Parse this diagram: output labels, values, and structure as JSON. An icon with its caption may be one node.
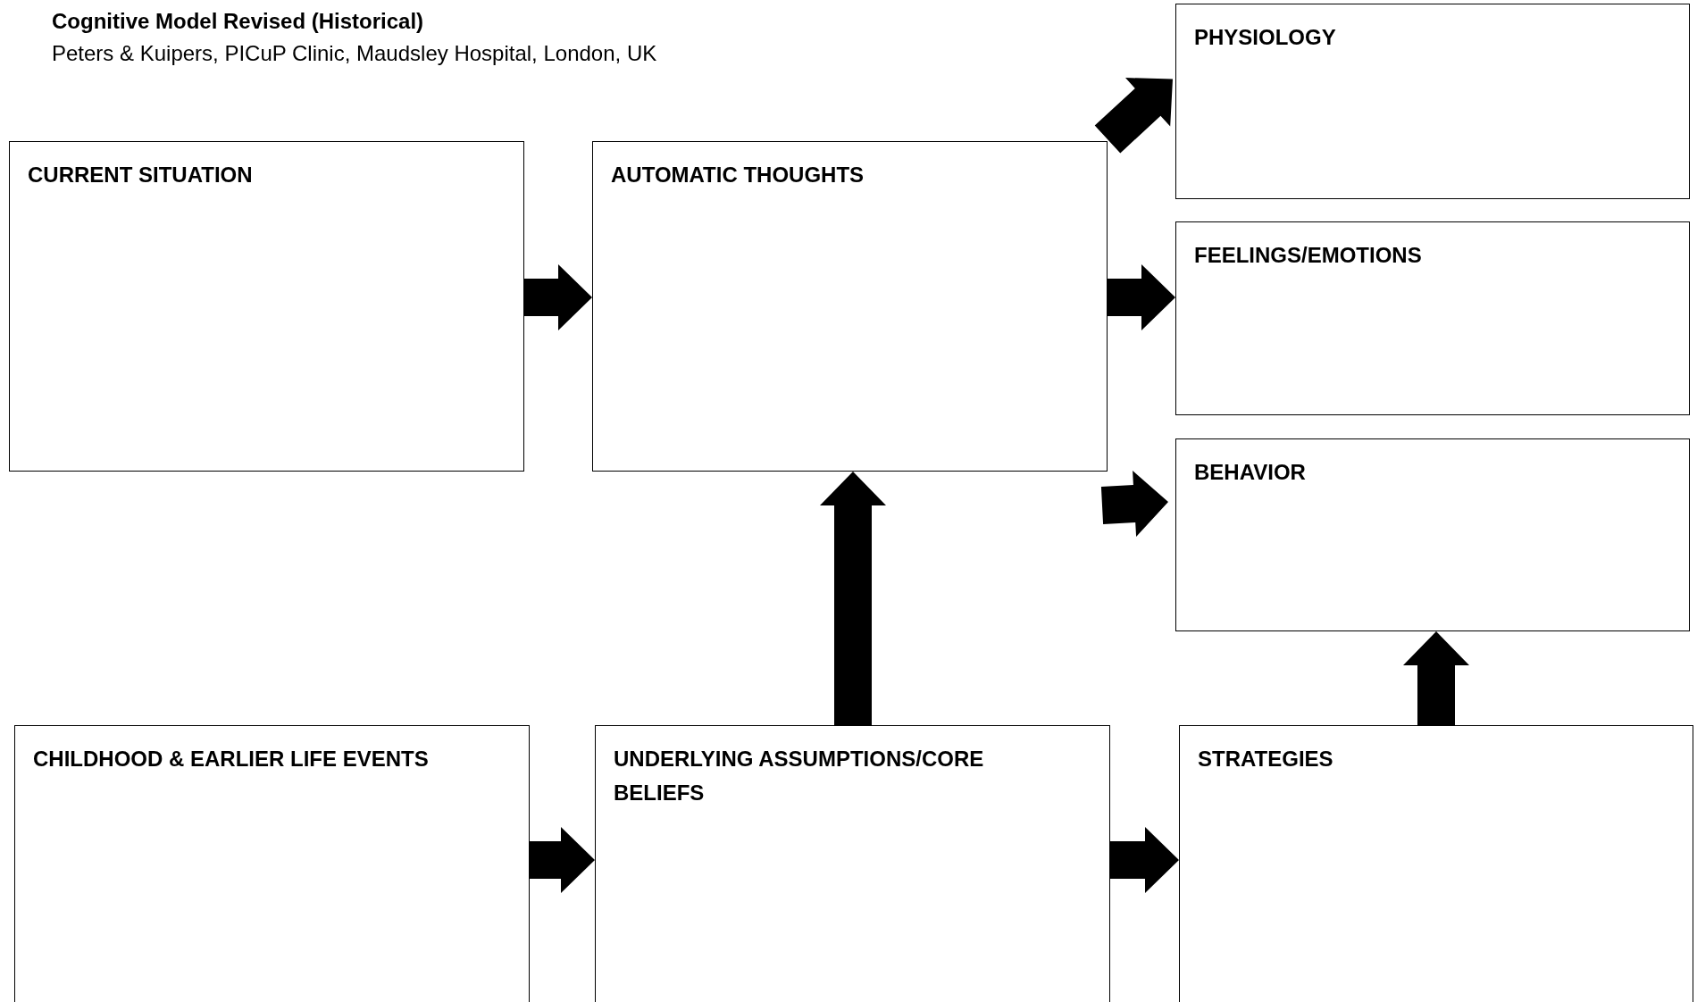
{
  "diagram": {
    "title": "Cognitive Model Revised (Historical)",
    "nodes": [
      {
        "text": [
          "CURRENT SITUATION"
        ]
      },
      {
        "text": [
          "AUTOMATIC THOUGHTS"
        ]
      },
      {
        "text": [
          "PHYSIOLOGY"
        ]
      },
      {
        "text": [
          "FEELINGS/EMOTIONS"
        ]
      },
      {
        "text": [
          "BEHAVIOR"
        ]
      },
      {
        "text": [
          "CHILDHOOD & EARLIER LIFE EVENTS"
        ]
      },
      {
        "text": [
          "UNDERLYING ASSUMPTIONS/CORE BELIEFS"
        ]
      },
      {
        "text": [
          "STRATEGIES"
        ]
      }
    ],
    "edges": [
      {
        "from": 0,
        "to": 1,
        "arrow": "to"
      },
      {
        "from": 1,
        "to": 2,
        "arrow": "to"
      },
      {
        "from": 1,
        "to": 3,
        "arrow": "to"
      },
      {
        "from": 1,
        "to": 4,
        "arrow": "to"
      },
      {
        "from": 5,
        "to": 6,
        "arrow": "to"
      },
      {
        "from": 6,
        "to": 7,
        "arrow": "to"
      },
      {
        "from": 6,
        "to": 1,
        "arrow": "to"
      },
      {
        "from": 7,
        "to": 4,
        "arrow": "to"
      }
    ],
    "labels": [
      "Peters & Kuipers, PICuP Clinic, Maudsley Hospital, London, UK"
    ]
  }
}
